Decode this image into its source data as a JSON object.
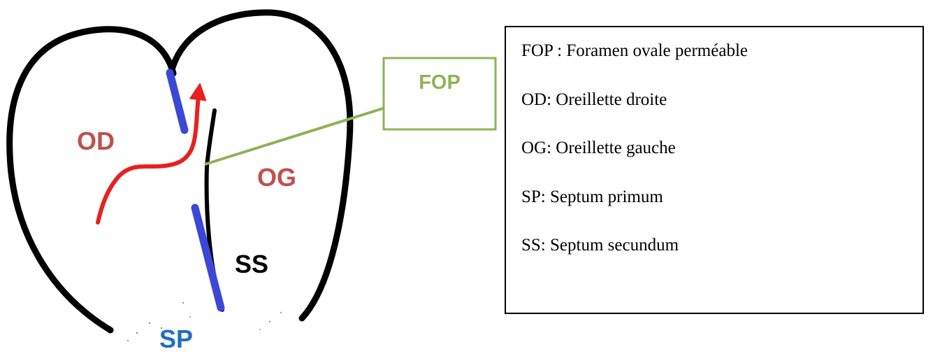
{
  "labels": {
    "od": "OD",
    "og": "OG",
    "ss": "SS",
    "sp": "SP",
    "fop": "FOP"
  },
  "legend": {
    "items": [
      "FOP : Foramen ovale perméable",
      "OD: Oreillette droite",
      "OG: Oreillette gauche",
      "SP: Septum primum",
      "SS: Septum secundum"
    ]
  },
  "colors": {
    "outline": "#000000",
    "septum_primum": "#3b47d6",
    "blood_flow": "#e8201f",
    "chamber_label": "#c0504d",
    "fop_accent": "#8db356",
    "sp_label": "#1f6fc4"
  }
}
